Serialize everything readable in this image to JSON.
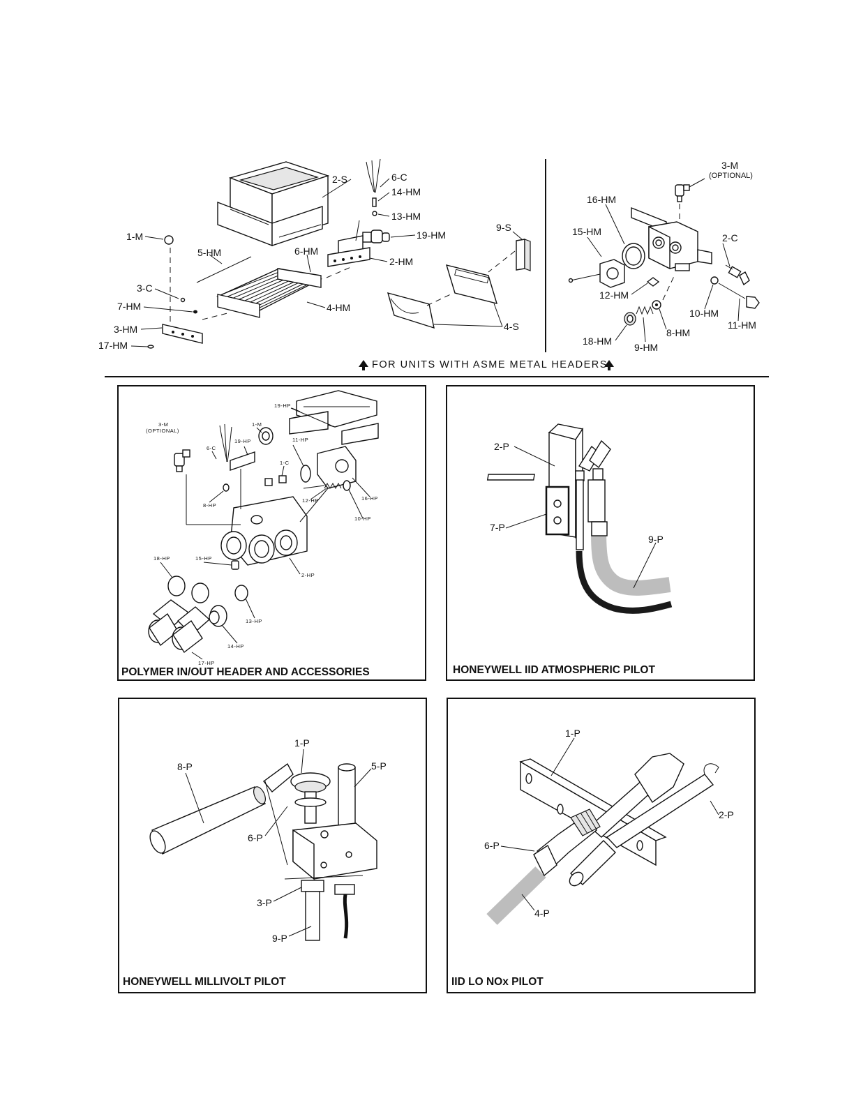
{
  "asme_section": {
    "note": "FOR UNITS WITH ASME METAL HEADERS",
    "left_labels": [
      "2-S",
      "6-C",
      "14-HM",
      "13-HM",
      "19-HM",
      "9-S",
      "1-M",
      "5-HM",
      "6-HM",
      "2-HM",
      "3-C",
      "7-HM",
      "4-HM",
      "3-HM",
      "17-HM",
      "4-S"
    ],
    "right_labels": [
      "3-M",
      "(OPTIONAL)",
      "16-HM",
      "15-HM",
      "2-C",
      "12-HM",
      "10-HM",
      "8-HM",
      "11-HM",
      "18-HM",
      "9-HM"
    ]
  },
  "panels": {
    "polymer": {
      "caption": "POLYMER IN/OUT HEADER AND ACCESSORIES",
      "labels": [
        "19-HP",
        "3-M",
        "(OPTIONAL)",
        "1-M",
        "11-HP",
        "6-C",
        "19-HP",
        "1-C",
        "8-HP",
        "12-HP",
        "16-HP",
        "10-HP",
        "18-HP",
        "15-HP",
        "2-HP",
        "13-HP",
        "14-HP",
        "17-HP"
      ]
    },
    "atmospheric": {
      "caption": "HONEYWELL IID ATMOSPHERIC PILOT",
      "labels": [
        "2-P",
        "7-P",
        "9-P"
      ]
    },
    "millivolt": {
      "caption": "HONEYWELL MILLIVOLT PILOT",
      "labels": [
        "1-P",
        "8-P",
        "5-P",
        "6-P",
        "3-P",
        "9-P"
      ]
    },
    "lonox": {
      "caption": "IID LO NOx PILOT",
      "labels": [
        "1-P",
        "2-P",
        "6-P",
        "4-P"
      ]
    }
  }
}
